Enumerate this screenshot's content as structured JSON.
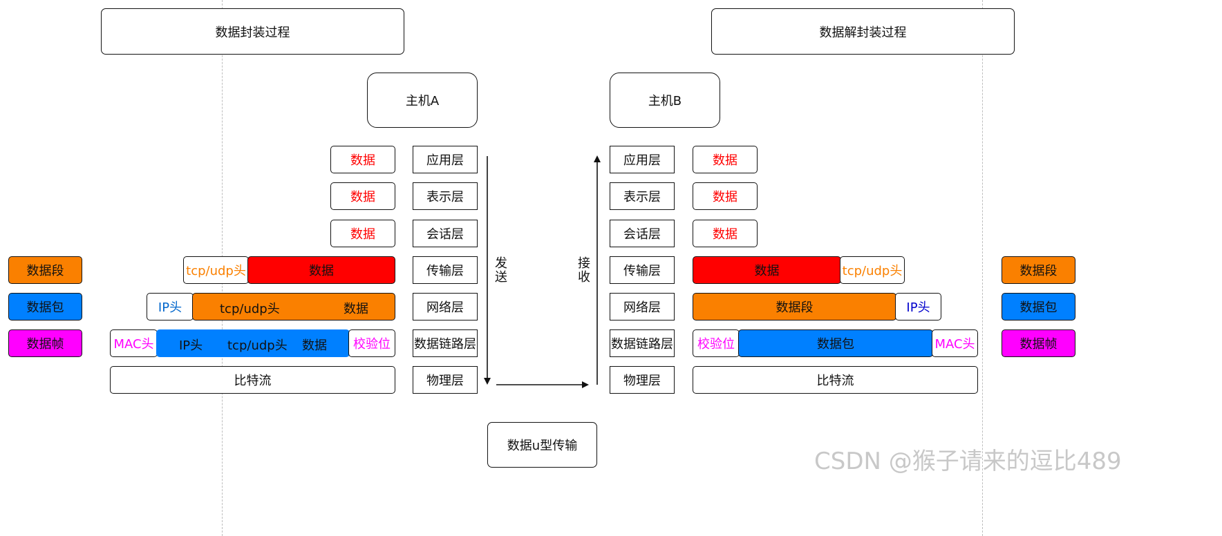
{
  "title_left": "数据封装过程",
  "title_right": "数据解封装过程",
  "host_a": "主机A",
  "host_b": "主机B",
  "layers": [
    "应用层",
    "表示层",
    "会话层",
    "传输层",
    "网络层",
    "数据链路层",
    "物理层"
  ],
  "data_word": "数据",
  "send_label": "发送",
  "receive_label": "接收",
  "transfer_label": "数据u型传输",
  "legend": [
    "数据段",
    "数据包",
    "数据帧"
  ],
  "left": {
    "seg_header": "tcp/udp头",
    "seg_data": "数据",
    "pkt_ip": "IP头",
    "pkt_tcp": "tcp/udp头",
    "pkt_data": "数据",
    "frm_mac": "MAC头",
    "frm_ip": "IP头",
    "frm_tcp": "tcp/udp头",
    "frm_data": "数据",
    "frm_check": "校验位",
    "bits": "比特流"
  },
  "right": {
    "seg_data": "数据",
    "seg_header": "tcp/udp头",
    "pkt_segment": "数据段",
    "pkt_ip": "IP头",
    "frm_check": "校验位",
    "frm_packet": "数据包",
    "frm_mac": "MAC头",
    "bits": "比特流"
  },
  "watermark": "CSDN @猴子请来的逗比489",
  "colors": {
    "red": "#ff0000",
    "orange": "#fa8000",
    "blue": "#0080ff",
    "magenta": "#ff00ff",
    "ip_text_blue": "#0066cc",
    "ip_text_navy": "#0000cc"
  }
}
